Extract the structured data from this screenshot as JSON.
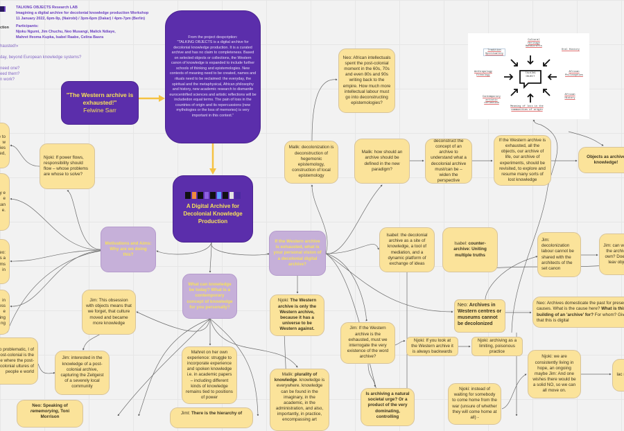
{
  "header": {
    "lab": "TALKING OBJECTS Research LAB",
    "workshop": "Imagining a digital archive for decolonial knowledge production Workshop",
    "date": "11 January 2022, 6pm-9p, (Nairobi) / 3pm-6pm (Dakar) / 4pm-7pm (Berlin)",
    "participants_label": "Participants:",
    "participants_1": "Njoku Ngumi, Jim Chuchu, Neo Musangi, Malick Ndiaye,",
    "participants_2": "Mahret Ifeoma Kupka, Isabel Raabe, Celina Basra"
  },
  "side_text": {
    "a": "ction",
    "b": "hausted!»",
    "c": "day, beyond European knowledge systems?",
    "d": "need one?",
    "e": "eed them?",
    "f": "n work?"
  },
  "purple": {
    "quote": "\"The Western archive is exhausted!\"",
    "quote_author": "Felwine Sarr",
    "description_head": "From the project despcription:",
    "description": "\"TALKING OBJECTS is a digital archive for decolonial knowledge production. It is a curated archive and has no claim to completeness. Based on selected objects or collections, the Western canon of knowledge is expanded to include further schools of thinking and epistemologies. New contexts of meaning need to be created, names and rituals need to be reclaimed: the everyday, the spiritual and the metaphysical, African philosophy and history, new academic research to dismantle eurocentrified sciences and artistic reflections will be includedon equal terms. The pain of loss in the countries of origin and its repercussions (new mythologies or the loss of memories) is very important in this context.\"",
    "main_logo": "TALKING OBJECTS",
    "main_title": "A Digital Archive for Decolonial Knowledge Production"
  },
  "topics": {
    "motivations": "Motivations and Aims: Why are we doing this?",
    "vision": "If the Western archive is exhausted, what is your personal vision of a decolonial digital archive?",
    "knowledge": "What can knowledge be today? What is a contemporary concept of knowledge for you personally?"
  },
  "notes": {
    "njoki_power": {
      "pre": "Njoki: If power flows, responsibility should flow – whose problems are whose to solve?"
    },
    "left1": {
      "pre": "e to w gies ed,"
    },
    "left2": {
      "pre": "n y e e can e."
    },
    "left3": {
      "pre": "Neo: as a ms in"
    },
    "left4": {
      "pre": "in ess e king ng"
    },
    "left5": {
      "pre": "s so problematic, I of post-colonial is the one where the post-colonial ultures of people e world"
    },
    "neo_rememory": {
      "b1": "Neo: Speaking of ",
      "i": "rememorying",
      "b2": ", Toni Morrison"
    },
    "jim_obsession": {
      "pre": "Jim: This obsession with objects means that we forget, that culture moved and became more knowledge"
    },
    "jim_interested": {
      "pre": "Jim: interested in the knowledge of a post-colonial archive, capturing the Zeitgeist of a severely local community"
    },
    "mahret": {
      "pre": "Mahret on her own experience: struggle to incorporate experience and spoken knowledge i.e. in academic papers – including different kinds of knowledge remains tied to positions of power"
    },
    "jimt": {
      "pre": "Jimt: ",
      "b": "There is the hierarchy of"
    },
    "njoki_western_only": {
      "pre": "Njoki: ",
      "b": "The Western archive is only the Western archive, because it has a universe to be Western against."
    },
    "malik_plurality": {
      "pre": "Malik: ",
      "b": "plurality of knowledge",
      "post": ". knowledge is everywhere. knowledge can be found in the imaginary, in the academic, in the administration, and also, importantly, in practice, encompassing art"
    },
    "neo_african": {
      "pre": "Neo: African intellectuals spent the post-colonial moment in the 60s, 70s and even 80s and 90s writing back to the empire. How  much more intellectual labour must go into deconstructing epistemologies?"
    },
    "malik_decol": {
      "pre": "Malik: decolonization is deconstruction of hegemonic epistemology, construction of local epistemology"
    },
    "malik_how": {
      "pre": "Malik: how should an archive should be defined in the new paradigm?"
    },
    "deconstruct": {
      "pre": "deconstruct the concept of an archive to understand what a decolonial archive must/can be – widen the perspective"
    },
    "if_exhausted": {
      "pre": "If the Western archive is exhausted, all the objects, our archive of life, our archive of experiments, should be revisited, to explore and resume many sorts of lost knowledge"
    },
    "objects_archive": {
      "b": "Objects as archive knowledge!"
    },
    "isabel_site": {
      "pre": "Isabel: the decolonial archive as a site of knowledge, a tool of mediation, and  a dynamic platform of exchange of ideas"
    },
    "isabel_counter": {
      "pre": "Isabel: ",
      "b": "counter-archive: Uniting multiple truths"
    },
    "jim_labour": {
      "pre": "Jim: decolonization labour cannot be shared with the architects of the set canon"
    },
    "jim_can_we": {
      "pre": "Jim: can we from the archive an own? Does just leav objects"
    },
    "neo_centres": {
      "pre": "Neo: ",
      "b": "Archives in Western centres or museums cannot be decolonized"
    },
    "neo_domesticate": {
      "pre": "Neo: Archives domesticate the past for present causes. What is the cause here? ",
      "b": "What is this building of an 'archive' for?",
      "post": " For whom? Given that this is digital"
    },
    "jim_interrogate": {
      "pre": "Jim: If the Western archive is the exhausted, must we interrogate the very existence of the word archive?"
    },
    "njoki_backwards": {
      "pre": "Njoki: If you look at the Western archive it is always backwards"
    },
    "njoki_poisonous": {
      "pre": "Njoki: archiving as a limiting, poisonous practice"
    },
    "njoki_hope": {
      "pre": "Njoki: we are consistently living in hope, an ongoing maybe Jim: And one wishes there would be a solid NO, so we can all move on."
    },
    "lac": {
      "pre": "lac n inno"
    },
    "is_archiving": {
      "b": "Is archiving a natural societal urge? Or a product of the very dominating, controlling"
    },
    "njoki_waiting": {
      "pre": "Njoki: instead of waiting for somebody to come home from the war (unsure of whether they will come home at all) -"
    }
  },
  "image": {
    "center": "TALKING OBJECT",
    "labels": {
      "cultural": "Cultural Heritage Handicrafts",
      "tradition": "Tradition Spirituality",
      "oral": "Oral History",
      "anthro": "Anthropology Ethnology",
      "philo": "African Philosophies",
      "contemporary": "Contemporary artistic reflection",
      "history": "African History",
      "meaning": "Meaning of loss in the communities of origin"
    }
  },
  "colors": {
    "note": "#fbe39a",
    "purple": "#5b2eab",
    "light_purple": "#c6b0d9",
    "accent_yellow": "#f5c242",
    "topic_text": "#f7e15a"
  }
}
